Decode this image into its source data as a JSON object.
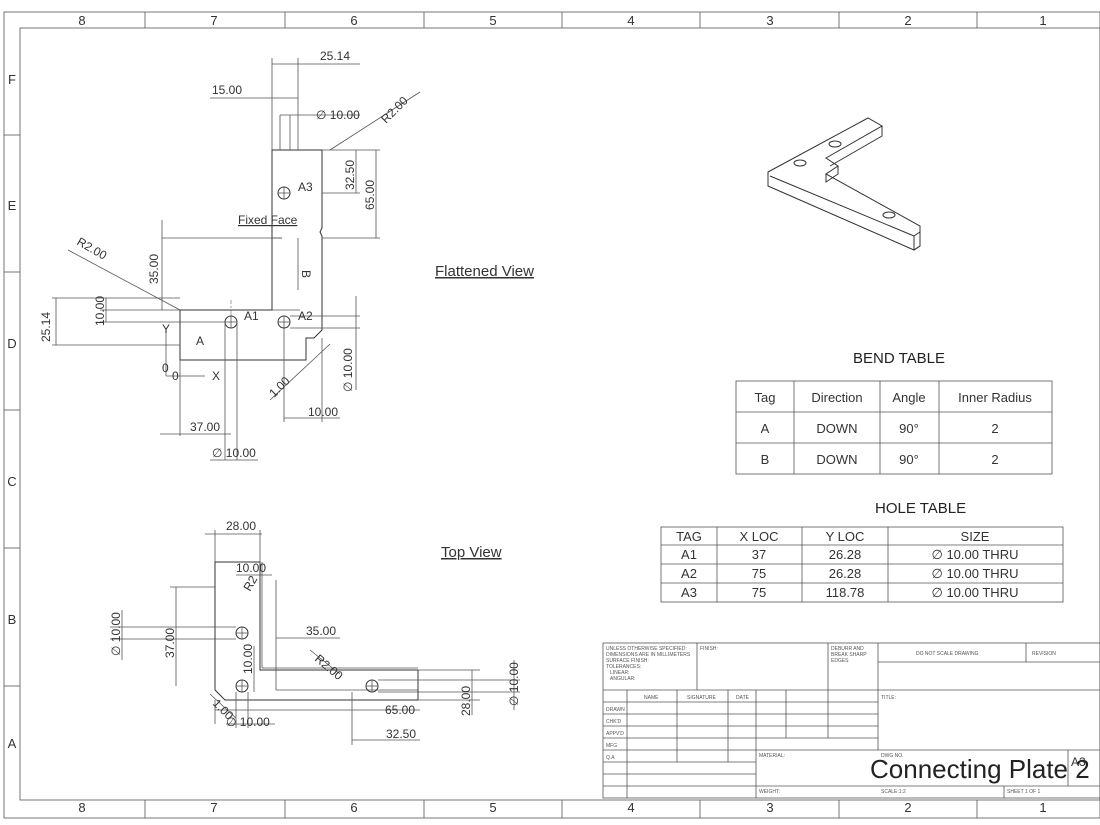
{
  "border": {
    "columns": [
      "8",
      "7",
      "6",
      "5",
      "4",
      "3",
      "2",
      "1"
    ],
    "rows": [
      "F",
      "E",
      "D",
      "C",
      "B",
      "A"
    ]
  },
  "flattened_view": {
    "title": "Flattened View",
    "fixed_face_label": "Fixed Face",
    "dims": {
      "d25_14_top": "25.14",
      "d15": "15.00",
      "hole_dia_top": "∅ 10.00",
      "r2_top": "R2.00",
      "d32_50": "32.50",
      "d65": "65.00",
      "r2_left": "R2.00",
      "d35": "35.00",
      "d10_left": "10.00",
      "d25_14_left": "25.14",
      "d1": "1.00",
      "hole_dia_right": "∅ 10.00",
      "d10_bottom": "10.00",
      "d37": "37.00",
      "hole_dia_bottom": "∅ 10.00"
    },
    "hole_labels": [
      "A1",
      "A2",
      "A3"
    ],
    "bend_labels": [
      "A",
      "B"
    ],
    "axis": {
      "y": "Y",
      "x": "X",
      "o1": "0",
      "o2": "0"
    }
  },
  "top_view": {
    "title": "Top View",
    "dims": {
      "d28_top": "28.00",
      "d10_top": "10.00",
      "r2_upper": "R2",
      "hole_dia_left": "∅ 10.00",
      "d37": "37.00",
      "d35": "35.00",
      "d10_inner": "10.00",
      "r2_mid": "R2.00",
      "hole_dia_right": "∅ 10.00",
      "d28_right": "28.00",
      "d65": "65.00",
      "d1": "1.00",
      "hole_dia_bottom": "∅ 10.00",
      "d32_50": "32.50"
    }
  },
  "bend_table": {
    "title": "BEND TABLE",
    "headers": [
      "Tag",
      "Direction",
      "Angle",
      "Inner Radius"
    ],
    "rows": [
      [
        "A",
        "DOWN",
        "90°",
        "2"
      ],
      [
        "B",
        "DOWN",
        "90°",
        "2"
      ]
    ]
  },
  "hole_table": {
    "title": "HOLE TABLE",
    "headers": [
      "TAG",
      "X LOC",
      "Y LOC",
      "SIZE"
    ],
    "rows": [
      [
        "A1",
        "37",
        "26.28",
        "∅ 10.00 THRU"
      ],
      [
        "A2",
        "75",
        "26.28",
        "∅ 10.00 THRU"
      ],
      [
        "A3",
        "75",
        "118.78",
        "∅ 10.00 THRU"
      ]
    ]
  },
  "title_block": {
    "notes": [
      "UNLESS OTHERWISE SPECIFIED:",
      "DIMENSIONS ARE IN MILLIMETERS",
      "SURFACE FINISH:",
      "TOLERANCES:",
      "LINEAR:",
      "ANGULAR:"
    ],
    "finish": "FINISH:",
    "deburr": [
      "DEBURR AND",
      "BREAK SHARP",
      "EDGES"
    ],
    "do_not_scale": "DO NOT SCALE DRAWING",
    "revision": "REVISION",
    "col_headers": [
      "NAME",
      "SIGNATURE",
      "DATE"
    ],
    "row_labels": [
      "DRAWN",
      "CHK'D",
      "APPV'D",
      "MFG",
      "Q.A"
    ],
    "title_label": "TITLE:",
    "material": "MATERIAL:",
    "dwg_no": "DWG NO.",
    "weight": "WEIGHT:",
    "scale": "SCALE:1:2",
    "sheet": "SHEET 1 OF 1",
    "drawing_title": "Connecting Plate 2",
    "size": "A3"
  }
}
